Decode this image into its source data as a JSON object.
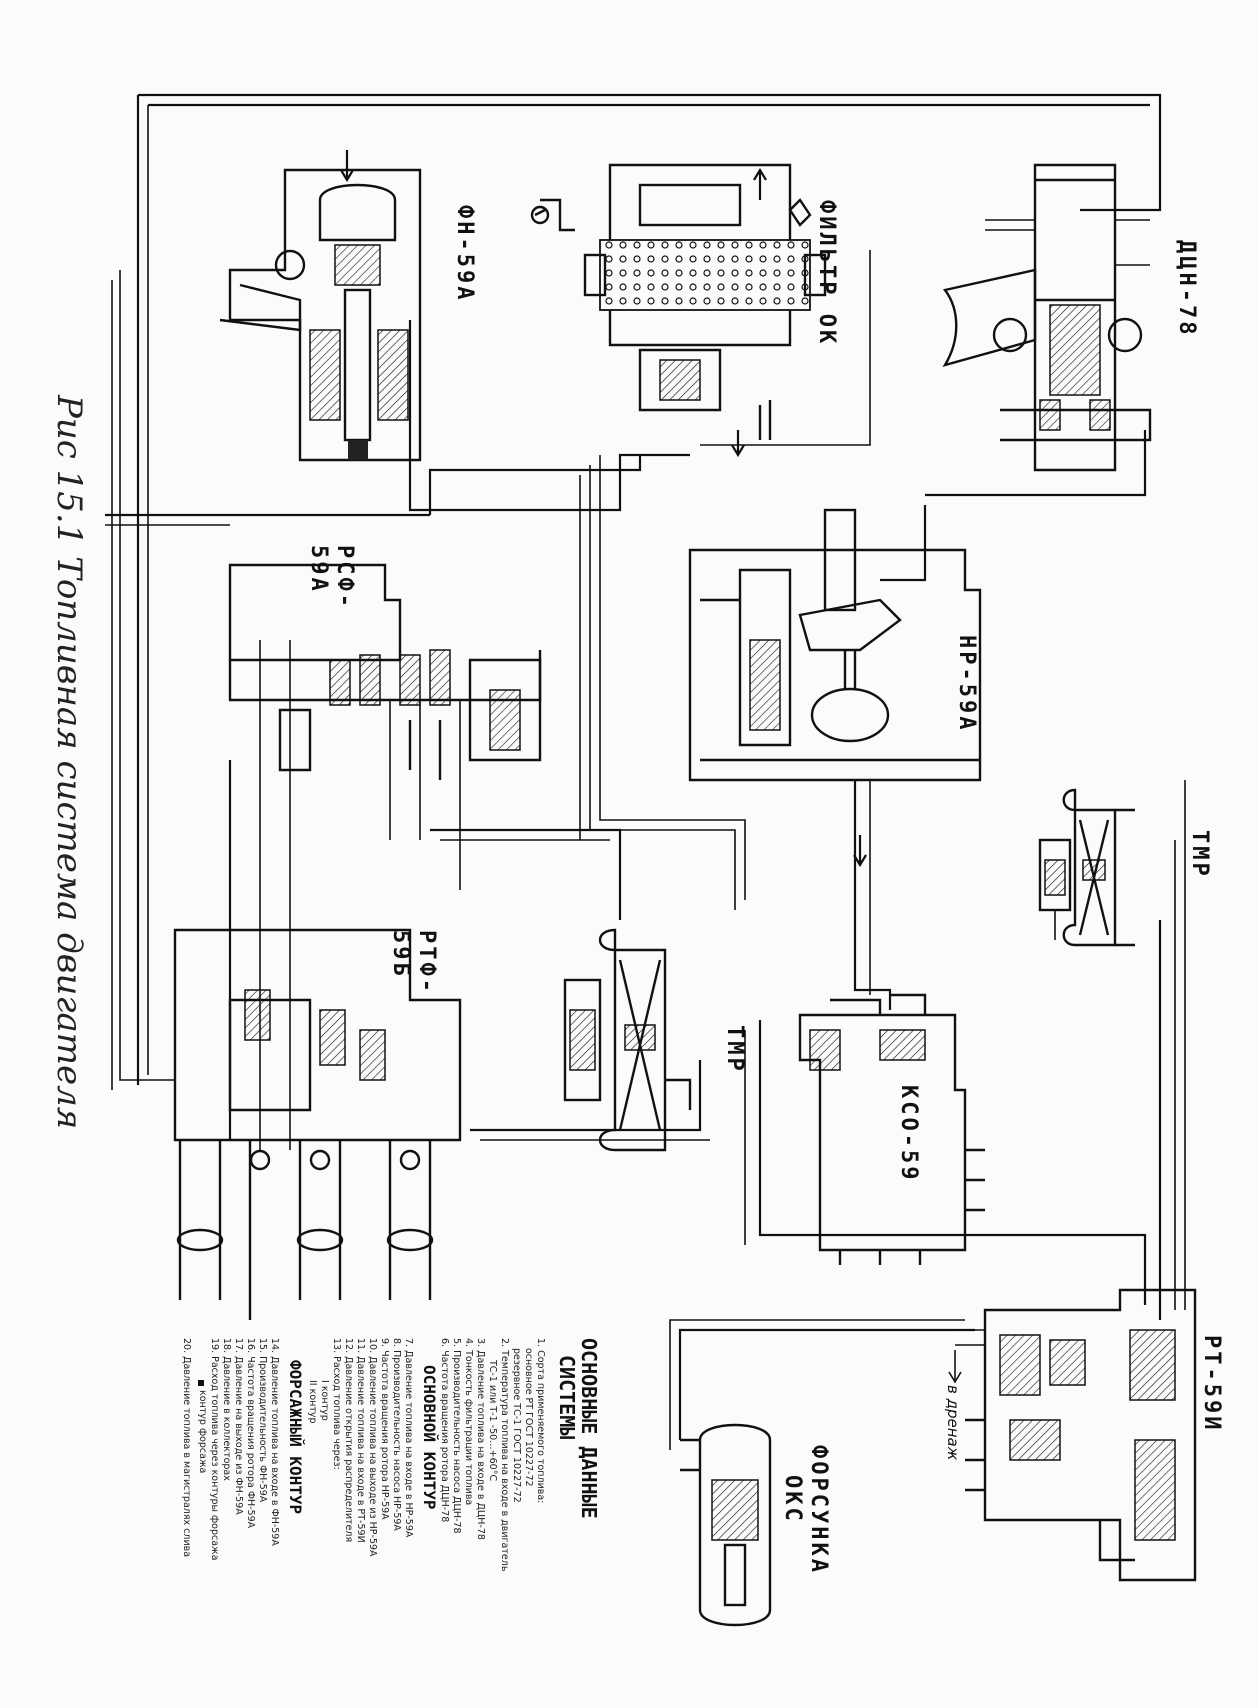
{
  "caption": "Рис 15.1 Топливная система двигателя",
  "units": {
    "fn59a": "ФН-59А",
    "filter": "ФИЛЬТР ОК",
    "dcn78": "ДЦН-78",
    "rsf59a_line1": "РСФ-",
    "rsf59a_line2": "59А",
    "nr59a": "НР-59А",
    "tmr_right": "ТМР",
    "tmr_left": "ТМР",
    "rtf59b_line1": "РТФ-",
    "rtf59b_line2": "59Б",
    "kso59": "КСО-59",
    "rt59i": "РТ-59И",
    "forsunka_line1": "ФОРСУНКА",
    "forsunka_line2": "ОКС",
    "drain_note": "в дренаж"
  },
  "notes": {
    "title_line1": "ОСНОВНЫЕ ДАННЫЕ",
    "title_line2": "СИСТЕМЫ",
    "general": [
      "1. Сорта применяемого топлива:",
      "основное                    РТ       ГОСТ 10227-72",
      "резервное                   ТС-1     ГОСТ 10227-72",
      "2. Температура топлива на входе в двигатель",
      "ТС-1  или  Т-1         -50…+60°С",
      "3. Давление топлива на входе в ДЦН-78",
      "4. Тонкость фильтрации топлива",
      "5. Производительность насоса ДЦН-78",
      "6. Частота вращения ротора ДЦН-78"
    ],
    "main_circuit_title": "ОСНОВНОЙ КОНТУР",
    "main_circuit": [
      "7. Давление топлива на входе в НР-59А",
      "8. Производительность насоса НР-59А",
      "9. Частота вращения ротора НР-59А",
      "10. Давление топлива на выходе из НР-59А",
      "11. Давление топлива на входе в РТ-59И",
      "12. Давление открытия распределителя",
      "13. Расход топлива через:",
      "I контур",
      "II контур"
    ],
    "afterburner_title": "ФОРСАЖНЫЙ КОНТУР",
    "afterburner": [
      "14. Давление топлива на входе в ФН-59А",
      "15. Производительность ФН-59А",
      "16. Частота вращения ротора ФН-59А",
      "17. Давление на выходе из ФН-59А",
      "18. Давление в коллекторах",
      "19. Расход топлива через контуры форсажа",
      "контур форсажа",
      "20. Давление топлива в магистралях слива"
    ]
  }
}
